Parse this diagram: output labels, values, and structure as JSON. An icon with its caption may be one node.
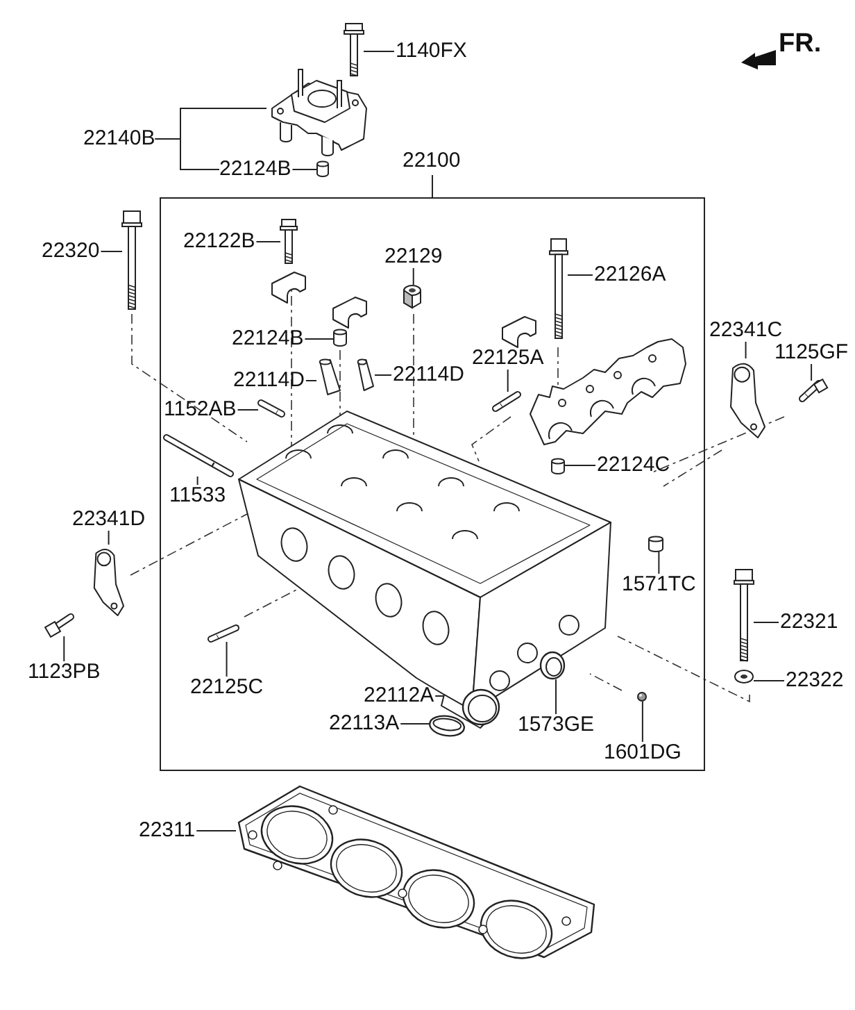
{
  "diagram": {
    "nodes": [
      {
        "text": [
          "1140FX"
        ]
      },
      {
        "text": [],
        "shape": "picture"
      },
      {
        "text": [
          "22140B"
        ]
      },
      {
        "text": [],
        "shape": "picture"
      },
      {
        "text": [
          "22124B"
        ]
      },
      {
        "text": [],
        "shape": "picture"
      },
      {
        "text": [
          "22100"
        ]
      },
      {
        "text": [
          "22122B"
        ],
        "in": 6
      },
      {
        "text": [],
        "shape": "picture",
        "in": 6
      },
      {
        "text": [
          "22129"
        ],
        "in": 6
      },
      {
        "text": [],
        "shape": "picture",
        "in": 6
      },
      {
        "text": [
          "22126A"
        ],
        "in": 6
      },
      {
        "text": [],
        "shape": "picture",
        "in": 6
      },
      {
        "text": [
          "22124B"
        ],
        "in": 6
      },
      {
        "text": [],
        "shape": "picture",
        "in": 6
      },
      {
        "text": [
          "22114D"
        ],
        "in": 6
      },
      {
        "text": [],
        "shape": "picture",
        "in": 6
      },
      {
        "text": [
          "22114D"
        ],
        "in": 6
      },
      {
        "text": [],
        "shape": "picture",
        "in": 6
      },
      {
        "text": [
          "22125A"
        ],
        "in": 6
      },
      {
        "text": [],
        "shape": "picture",
        "in": 6
      },
      {
        "text": [
          "1152AB"
        ],
        "in": 6
      },
      {
        "text": [],
        "shape": "picture",
        "in": 6
      },
      {
        "text": [
          "11533"
        ],
        "in": 6
      },
      {
        "text": [],
        "shape": "picture",
        "in": 6
      },
      {
        "text": [
          "22124C"
        ],
        "in": 6
      },
      {
        "text": [],
        "shape": "picture",
        "in": 6
      },
      {
        "text": [
          "1571TC"
        ],
        "in": 6
      },
      {
        "text": [],
        "shape": "picture",
        "in": 6
      },
      {
        "text": [
          "22125C"
        ],
        "in": 6
      },
      {
        "text": [],
        "shape": "picture",
        "in": 6
      },
      {
        "text": [
          "22112A"
        ],
        "in": 6
      },
      {
        "text": [],
        "shape": "picture",
        "in": 6
      },
      {
        "text": [
          "22113A"
        ],
        "in": 6
      },
      {
        "text": [],
        "shape": "picture",
        "in": 6
      },
      {
        "text": [
          "1573GE"
        ],
        "in": 6
      },
      {
        "text": [],
        "shape": "picture",
        "in": 6
      },
      {
        "text": [
          "1601DG"
        ],
        "in": 6
      },
      {
        "text": [],
        "shape": "picture",
        "in": 6
      },
      {
        "text": [
          "22320"
        ]
      },
      {
        "text": [],
        "shape": "picture"
      },
      {
        "text": [
          "22341C"
        ]
      },
      {
        "text": [],
        "shape": "picture"
      },
      {
        "text": [
          "1125GF"
        ]
      },
      {
        "text": [],
        "shape": "picture"
      },
      {
        "text": [
          "22341D"
        ]
      },
      {
        "text": [],
        "shape": "picture"
      },
      {
        "text": [
          "1123PB"
        ]
      },
      {
        "text": [],
        "shape": "picture"
      },
      {
        "text": [
          "22321"
        ]
      },
      {
        "text": [],
        "shape": "picture"
      },
      {
        "text": [
          "22322"
        ]
      },
      {
        "text": [],
        "shape": "picture"
      },
      {
        "text": [
          "22311"
        ]
      },
      {
        "text": [],
        "shape": "picture"
      }
    ],
    "edges": [
      {
        "from": 0,
        "to": 1,
        "arrow": "none"
      },
      {
        "from": 2,
        "to": 3,
        "arrow": "none"
      },
      {
        "from": 2,
        "to": 4,
        "arrow": "none"
      },
      {
        "from": 4,
        "to": 5,
        "arrow": "none"
      },
      {
        "from": 7,
        "to": 8,
        "arrow": "none"
      },
      {
        "from": 9,
        "to": 10,
        "arrow": "none"
      },
      {
        "from": 11,
        "to": 12,
        "arrow": "none"
      },
      {
        "from": 13,
        "to": 14,
        "arrow": "none"
      },
      {
        "from": 15,
        "to": 16,
        "arrow": "none"
      },
      {
        "from": 17,
        "to": 18,
        "arrow": "none"
      },
      {
        "from": 19,
        "to": 20,
        "arrow": "none"
      },
      {
        "from": 21,
        "to": 22,
        "arrow": "none"
      },
      {
        "from": 23,
        "to": 24,
        "arrow": "none"
      },
      {
        "from": 25,
        "to": 26,
        "arrow": "none"
      },
      {
        "from": 27,
        "to": 28,
        "arrow": "none"
      },
      {
        "from": 29,
        "to": 30,
        "arrow": "none"
      },
      {
        "from": 31,
        "to": 32,
        "arrow": "none"
      },
      {
        "from": 33,
        "to": 34,
        "arrow": "none"
      },
      {
        "from": 35,
        "to": 36,
        "arrow": "none"
      },
      {
        "from": 37,
        "to": 38,
        "arrow": "none"
      },
      {
        "from": 39,
        "to": 40,
        "arrow": "none"
      },
      {
        "from": 41,
        "to": 42,
        "arrow": "none"
      },
      {
        "from": 43,
        "to": 44,
        "arrow": "none"
      },
      {
        "from": 45,
        "to": 46,
        "arrow": "none"
      },
      {
        "from": 47,
        "to": 48,
        "arrow": "none"
      },
      {
        "from": 49,
        "to": 50,
        "arrow": "none"
      },
      {
        "from": 51,
        "to": 52,
        "arrow": "none"
      },
      {
        "from": 53,
        "to": 54,
        "arrow": "none"
      }
    ],
    "labels": [
      "FR."
    ]
  }
}
